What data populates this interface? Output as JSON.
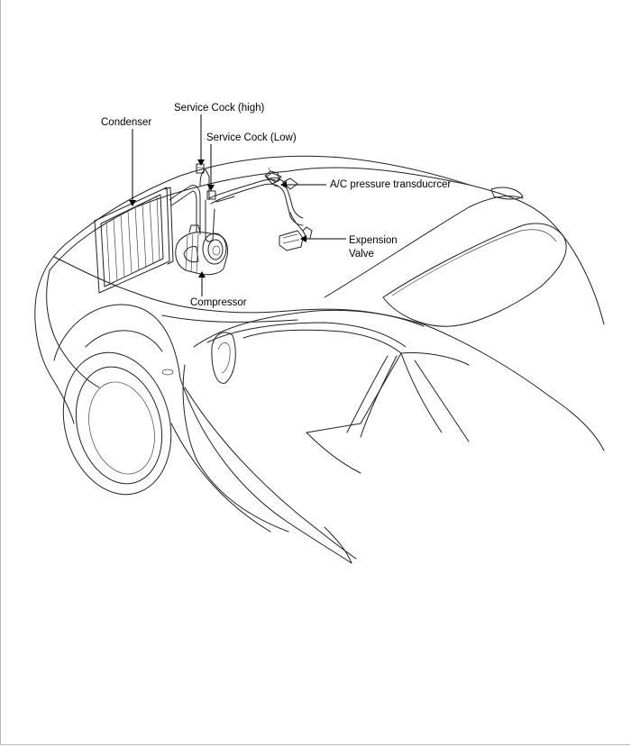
{
  "labels": {
    "condenser": "Condenser",
    "service_cock_high": "Service Cock (high)",
    "service_cock_low": "Service Cock (Low)",
    "ac_pressure_transducer": "A/C pressure transducrcer",
    "expansion_valve_line1": "Expension",
    "expansion_valve_line2": "Valve",
    "compressor": "Compressor"
  }
}
